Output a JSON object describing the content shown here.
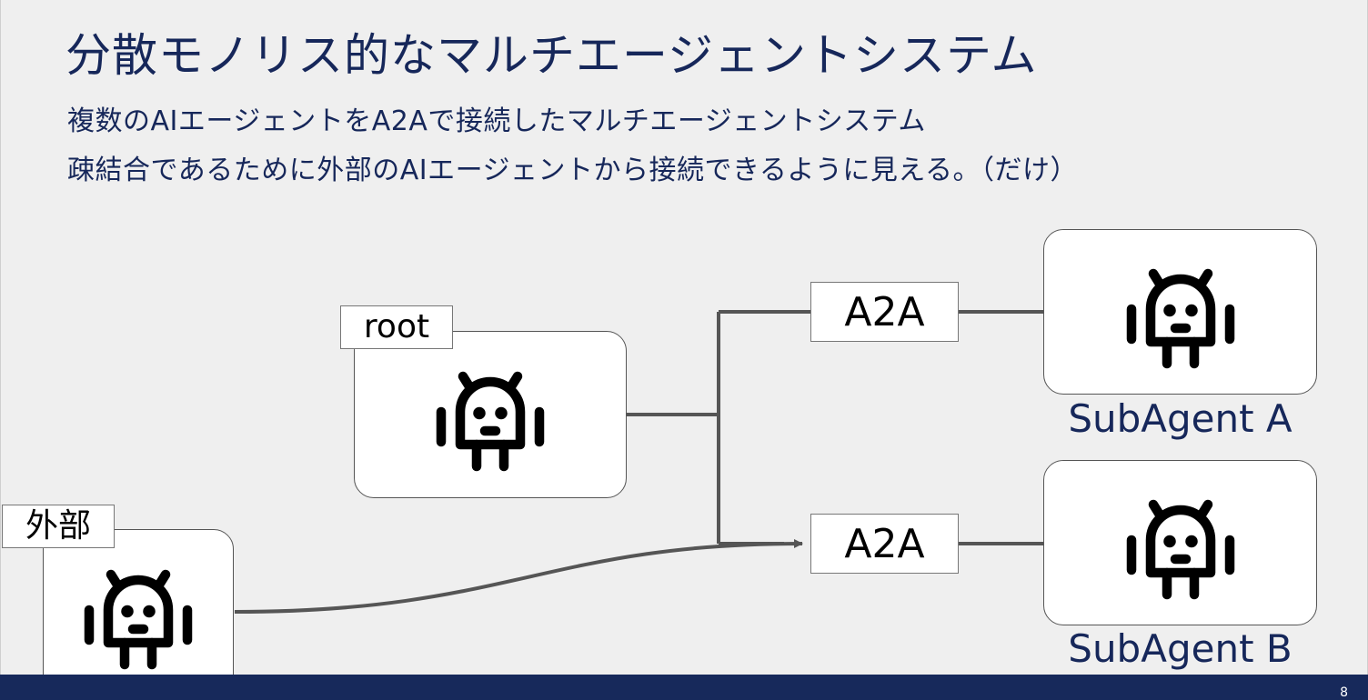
{
  "slide": {
    "title": "分散モノリス的なマルチエージェントシステム",
    "subtitle_lines": [
      "複数のAIエージェントをA2Aで接続したマルチエージェントシステム",
      "疎結合であるために外部のAIエージェントから接続できるように見える。（だけ）"
    ],
    "page_number": "8"
  },
  "diagram": {
    "agents": [
      {
        "id": "root",
        "tag": "root",
        "icon": "android-robot-icon"
      },
      {
        "id": "external",
        "tag": "外部",
        "icon": "android-robot-icon"
      },
      {
        "id": "subagent-a",
        "caption": "SubAgent A",
        "icon": "android-robot-icon"
      },
      {
        "id": "subagent-b",
        "caption": "SubAgent B",
        "icon": "android-robot-icon"
      }
    ],
    "connectors": [
      {
        "label": "A2A",
        "to": "subagent-a"
      },
      {
        "label": "A2A",
        "to": "subagent-b"
      }
    ]
  },
  "colors": {
    "background": "#efefef",
    "title": "#16275a",
    "footer": "#17295b",
    "line": "#555555"
  }
}
